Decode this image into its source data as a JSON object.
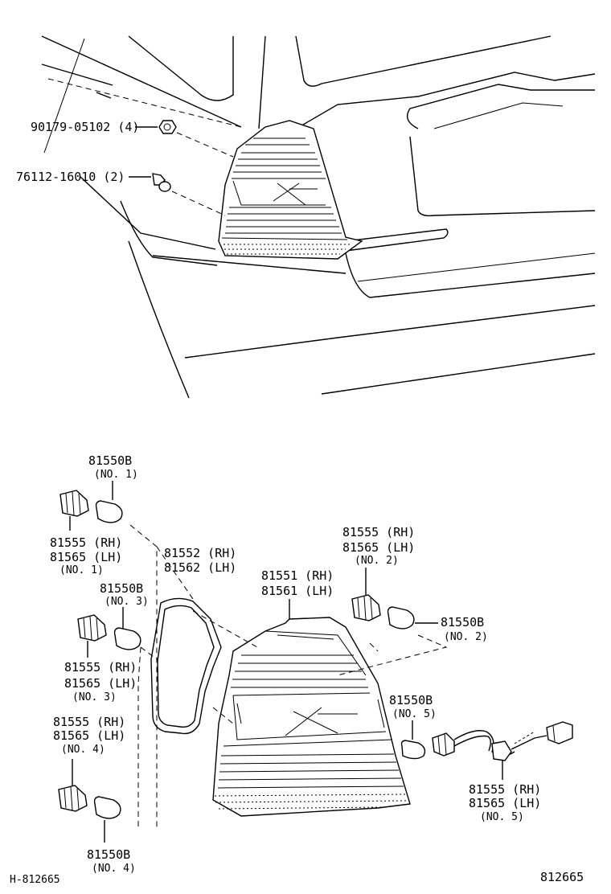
{
  "labels": {
    "bolt": "90179-05102 (4)",
    "clip": "76112-16010 (2)",
    "bulb_no1": "81550B",
    "bulb_no1_sub": "(NO. 1)",
    "socket_no1_rh": "81555 (RH)",
    "socket_no1_lh": "81565 (LH)",
    "socket_no1_sub": "(NO. 1)",
    "gasket_rh": "81552 (RH)",
    "gasket_lh": "81562 (LH)",
    "bulb_no3": "81550B",
    "bulb_no3_sub": "(NO. 3)",
    "socket_no3_rh": "81555 (RH)",
    "socket_no3_lh": "81565 (LH)",
    "socket_no3_sub": "(NO. 3)",
    "socket_no4_rh": "81555 (RH)",
    "socket_no4_lh": "81565 (LH)",
    "socket_no4_sub": "(NO. 4)",
    "bulb_no4": "81550B",
    "bulb_no4_sub": "(NO. 4)",
    "lamp_rh": "81551 (RH)",
    "lamp_lh": "81561 (LH)",
    "socket_no2_rh": "81555 (RH)",
    "socket_no2_lh": "81565 (LH)",
    "socket_no2_sub": "(NO. 2)",
    "bulb_no2": "81550B",
    "bulb_no2_sub": "(NO. 2)",
    "bulb_no5": "81550B",
    "bulb_no5_sub": "(NO. 5)",
    "socket_no5_rh": "81555 (RH)",
    "socket_no5_lh": "81565 (LH)",
    "socket_no5_sub": "(NO. 5)",
    "ref_left": "H-812665",
    "ref_right": "812665"
  },
  "icons": {
    "bolt": "bolt-icon",
    "clip": "clip-icon",
    "bulb": "bulb-icon",
    "socket": "socket-icon",
    "gasket": "gasket-icon",
    "tail_lamp": "tail-lamp-icon",
    "wire_harness": "wire-harness-icon"
  }
}
